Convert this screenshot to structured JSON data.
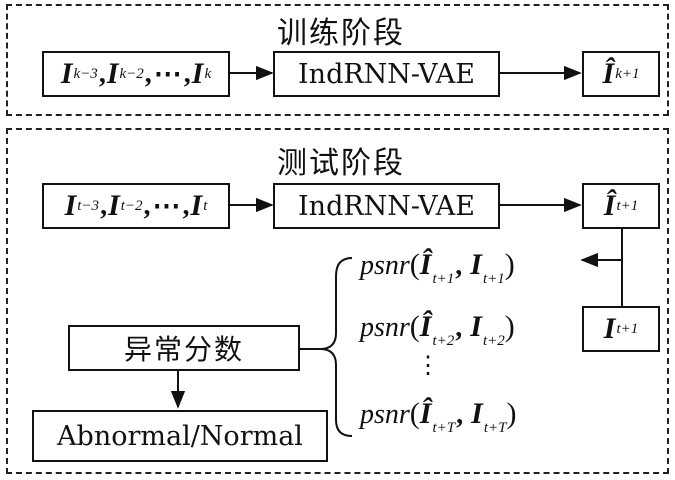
{
  "training": {
    "title": "训练阶段",
    "input": {
      "base": "I",
      "subs": [
        "k−3",
        "k−2",
        "k"
      ],
      "ellipsis": "⋯"
    },
    "model": "IndRNN-VAE",
    "output": {
      "base": "Î",
      "sub": "k+1"
    }
  },
  "testing": {
    "title": "测试阶段",
    "input": {
      "base": "I",
      "subs": [
        "t−3",
        "t−2",
        "t"
      ],
      "ellipsis": "⋯"
    },
    "model": "IndRNN-VAE",
    "output": {
      "base": "Î",
      "sub": "t+1"
    },
    "ground_truth": {
      "base": "I",
      "sub": "t+1"
    },
    "psnr_terms": [
      {
        "fn": "psnr",
        "pred_sub": "t+1",
        "gt_sub": "t+1"
      },
      {
        "fn": "psnr",
        "pred_sub": "t+2",
        "gt_sub": "t+2"
      },
      {
        "fn": "psnr",
        "pred_sub": "t+T",
        "gt_sub": "t+T"
      }
    ],
    "vdots": "⋮",
    "score_label": "异常分数",
    "result_label": "Abnormal/Normal"
  }
}
